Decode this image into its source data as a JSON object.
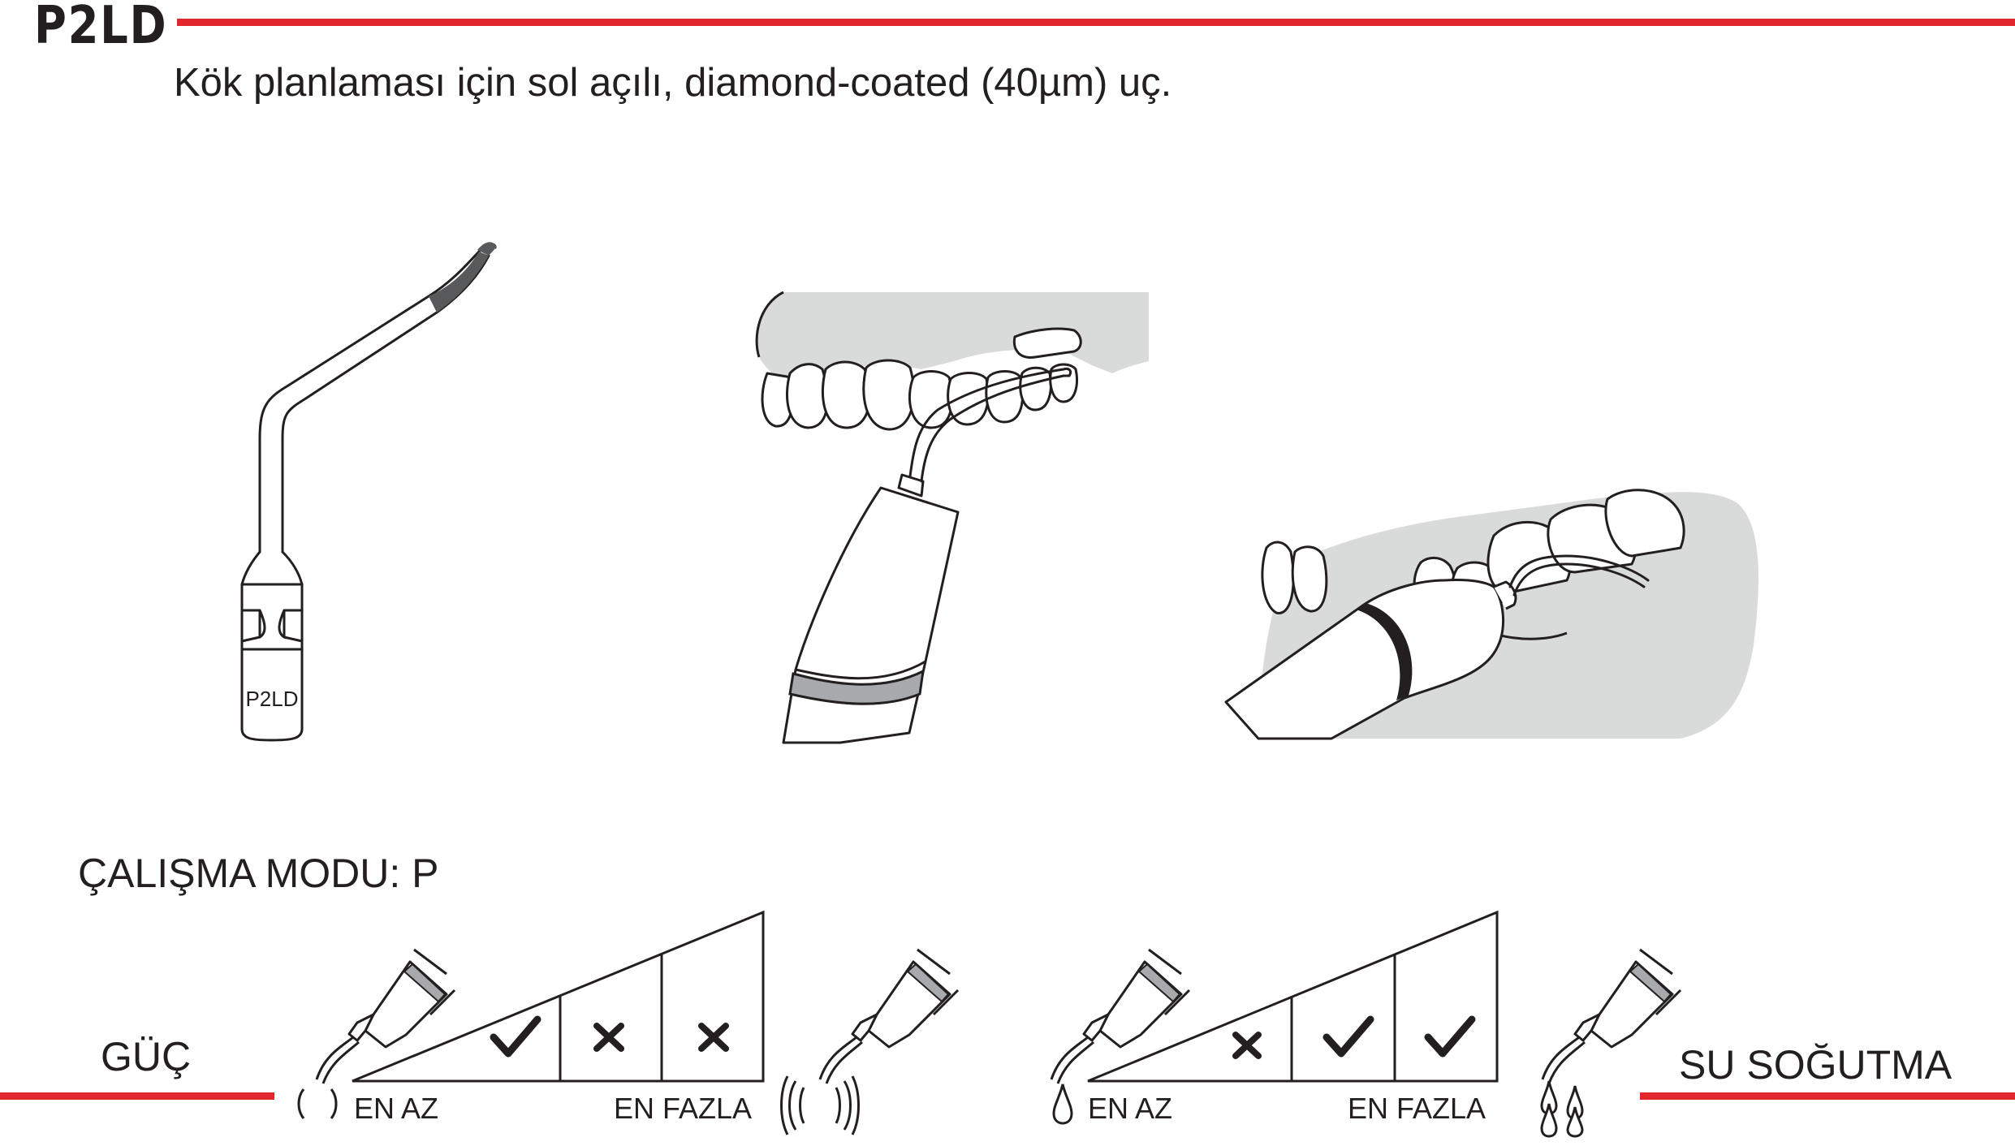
{
  "header": {
    "code": "P2LD",
    "description": "Kök planlaması için sol açılı, diamond-coated (40µm) uç.",
    "accent_color": "#e1262c"
  },
  "tip_illustration": {
    "engraving": "P2LD"
  },
  "mode": {
    "label": "ÇALIŞMA MODU: P"
  },
  "power": {
    "label": "GÜÇ",
    "min_label": "EN AZ",
    "max_label": "EN FAZLA",
    "levels": [
      "check",
      "cross",
      "cross"
    ]
  },
  "water": {
    "label": "SU SOĞUTMA",
    "min_label": "EN AZ",
    "max_label": "EN FAZLA",
    "levels": [
      "cross",
      "check",
      "check"
    ]
  },
  "icons": {
    "check": "check-icon",
    "cross": "cross-icon",
    "low_vibration": "low-vibration-icon",
    "high_vibration": "high-vibration-icon",
    "low_water": "water-drop-icon",
    "high_water": "water-drops-icon"
  }
}
